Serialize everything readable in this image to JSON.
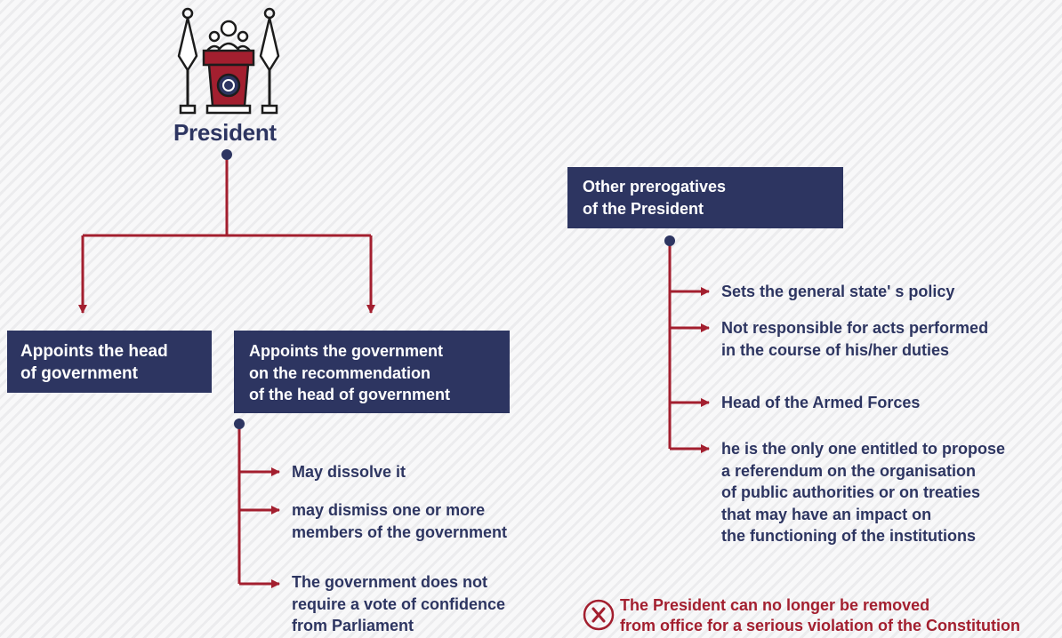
{
  "president": {
    "title": "President",
    "icon": "podium-with-flags-icon"
  },
  "left_branch": {
    "box1": "Appoints the head\nof government",
    "box2": "Appoints the government\non the recommendation\nof the head of government",
    "items": [
      "May dissolve it",
      "may dismiss one or more\nmembers of the government",
      "The government does not\nrequire a vote of confidence\nfrom Parliament"
    ]
  },
  "right_branch": {
    "box": "Other prerogatives\nof the President",
    "items": [
      "Sets the general state' s policy",
      "Not responsible for acts performed\nin the course of his/her duties",
      "Head of the Armed Forces",
      "he is the only one entitled to propose\na referendum on the organisation\nof public authorities or on treaties\nthat may have an impact on\nthe functioning of the institutions"
    ]
  },
  "note": {
    "text": "The President can no longer be removed\nfrom office for a serious violation of the Constitution",
    "icon": "cross-circle-icon"
  },
  "colors": {
    "navy": "#2d3561",
    "red": "#a31f2f"
  }
}
